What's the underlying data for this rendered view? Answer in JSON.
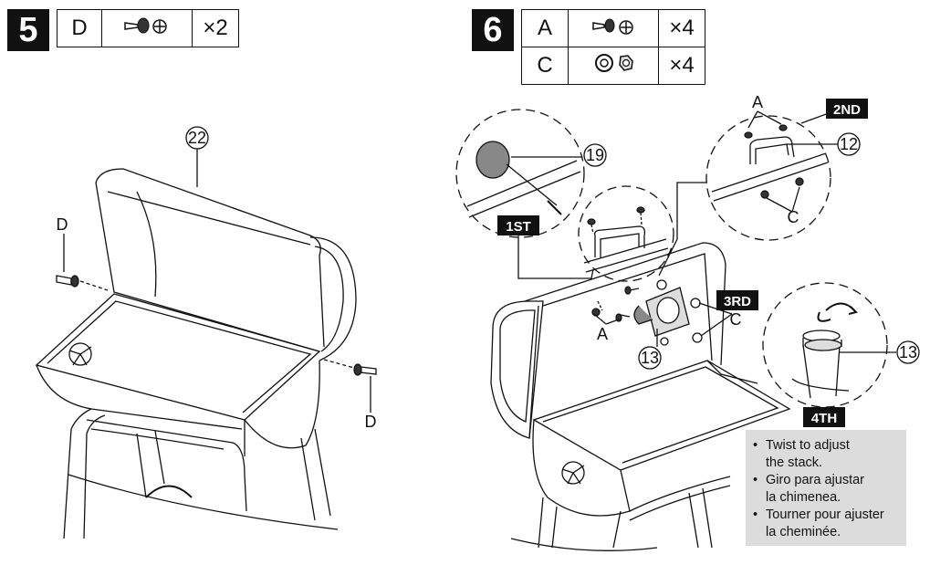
{
  "step5": {
    "number": "5",
    "parts": [
      {
        "letter": "D",
        "icon": "bolt-icon",
        "qty": "×2"
      }
    ],
    "labels": {
      "part_22": "22",
      "d_left": "D",
      "d_right": "D"
    }
  },
  "step6": {
    "number": "6",
    "parts": [
      {
        "letter": "A",
        "icon": "bolt-icon",
        "qty": "×4"
      },
      {
        "letter": "C",
        "icon": "washer-nut-icon",
        "qty": "×4"
      }
    ],
    "labels": {
      "part_19": "19",
      "part_12": "12",
      "part_13a": "13",
      "part_13b": "13",
      "a_top": "A",
      "a_left": "A",
      "c_top": "C",
      "c_right": "C"
    },
    "tags": {
      "first": "1ST",
      "second": "2ND",
      "third": "3RD",
      "fourth": "4TH"
    },
    "note": [
      {
        "l1": "Twist to adjust",
        "l2": "the stack."
      },
      {
        "l1": "Giro para ajustar",
        "l2": "la chimenea."
      },
      {
        "l1": "Tourner pour ajuster",
        "l2": "la cheminée."
      }
    ]
  }
}
